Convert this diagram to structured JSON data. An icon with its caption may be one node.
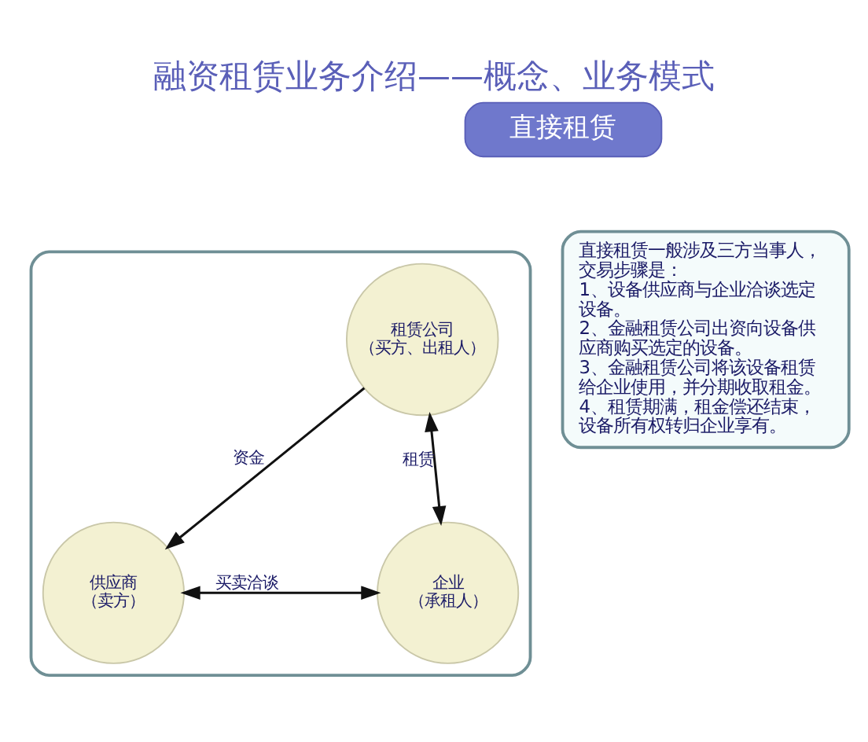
{
  "diagram": {
    "title": "融资租赁业务介绍——概念、业务模式",
    "nodes": [
      {
        "text": [
          "直接租赁"
        ]
      },
      {
        "text": [],
        "shape": "box"
      },
      {
        "text": [
          "租赁公司",
          "（买方、出租人）"
        ],
        "in": 1
      },
      {
        "text": [
          "供应商",
          "（卖方）"
        ],
        "in": 1
      },
      {
        "text": [
          "企业",
          "（承租人）"
        ],
        "in": 1
      },
      {
        "text": [
          "直接租赁一般涉及三方当事人，交易步骤是：",
          "1、设备供应商与企业洽谈选定设备。",
          "2、金融租赁公司出资向设备供应商购买选定的设备。",
          "3、金融租赁公司将该设备租赁给企业使用，并分期收取租金。",
          "4、租赁期满，租金偿还结束，设备所有权转归企业享有。"
        ]
      }
    ],
    "edges": [
      {
        "from": 2,
        "to": 3,
        "arrow": "to",
        "label": "资金"
      },
      {
        "from": 2,
        "to": 4,
        "arrow": "both",
        "label": "租赁"
      },
      {
        "from": 3,
        "to": 4,
        "arrow": "both",
        "label": "买卖洽谈"
      }
    ]
  }
}
